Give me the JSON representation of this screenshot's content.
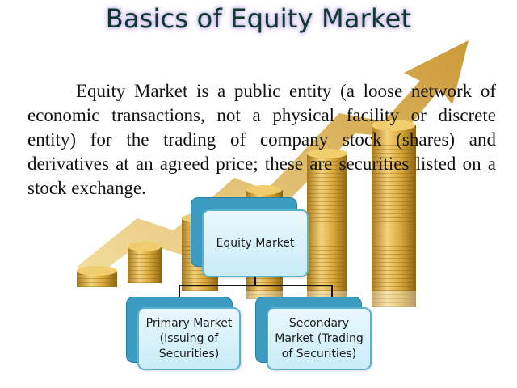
{
  "slide": {
    "title": "Basics of Equity Market",
    "paragraph": "Equity Market is a public entity (a loose network of economic transactions, not a physical facility or discrete entity) for the trading of company stock (shares) and derivatives at an agreed price; these are securities listed on a stock exchange."
  },
  "diagram": {
    "root": {
      "label": "Equity Market"
    },
    "children": [
      {
        "label": "Primary Market (Issuing of Securities)"
      },
      {
        "label": "Secondary Market (Trading of Securities)"
      }
    ]
  },
  "colors": {
    "title_text": "#0d3a2a",
    "title_glow": "#c9b3ec",
    "node_back": "#3c9bc0",
    "node_front": "#d6f1fa",
    "gold": "#d9a93a"
  }
}
